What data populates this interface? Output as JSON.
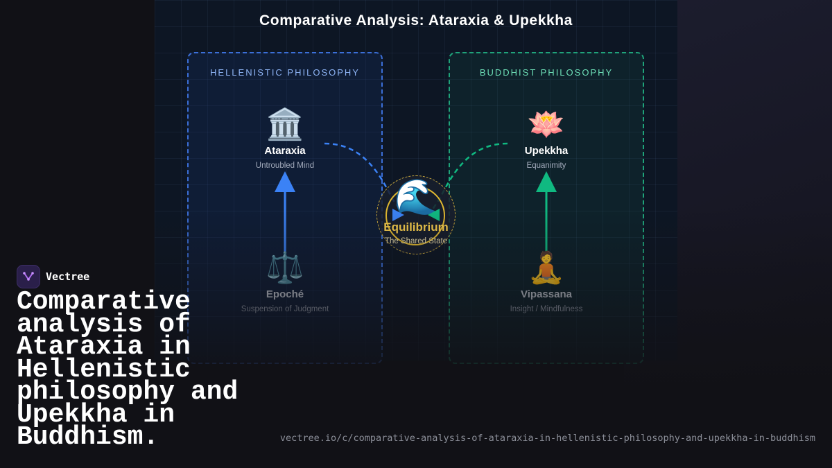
{
  "diagram": {
    "title": "Comparative Analysis: Ataraxia & Upekkha",
    "left_panel": {
      "title": "HELLENISTIC PHILOSOPHY",
      "top_node": {
        "icon": "classical-building-icon",
        "emoji": "🏛️",
        "name": "Ataraxia",
        "subtitle": "Untroubled Mind"
      },
      "bottom_node": {
        "icon": "balance-scale-icon",
        "emoji": "⚖️",
        "name": "Epoché",
        "subtitle": "Suspension of Judgment"
      }
    },
    "right_panel": {
      "title": "BUDDHIST PHILOSOPHY",
      "top_node": {
        "icon": "lotus-icon",
        "emoji": "🪷",
        "name": "Upekkha",
        "subtitle": "Equanimity"
      },
      "bottom_node": {
        "icon": "meditating-person-icon",
        "emoji": "🧘",
        "name": "Vipassana",
        "subtitle": "Insight / Mindfulness"
      }
    },
    "center_node": {
      "icon": "wave-icon",
      "emoji": "🌊",
      "name": "Equilibrium",
      "subtitle": "The Shared State"
    },
    "colors": {
      "hellenistic": "#3b82f6",
      "buddhist": "#10b981",
      "center": "#f2c94c"
    }
  },
  "brand": {
    "name": "Vectree",
    "logo_icon": "vectree-logo-icon"
  },
  "headline": "Comparative analysis of Ataraxia in Hellenistic philosophy and Upekkha in Buddhism.",
  "url": "vectree.io/c/comparative-analysis-of-ataraxia-in-hellenistic-philosophy-and-upekkha-in-buddhism"
}
